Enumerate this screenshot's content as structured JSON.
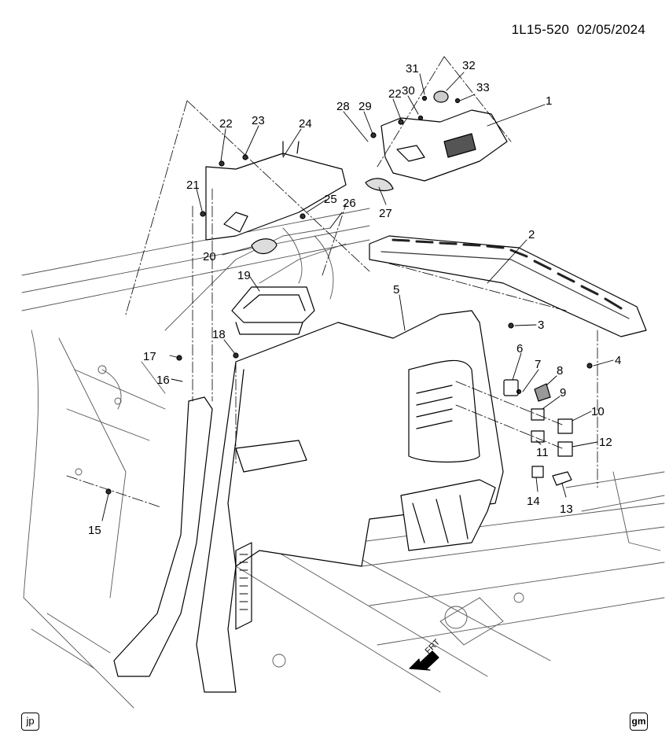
{
  "header": {
    "code": "1L15-520",
    "date": "02/05/2024"
  },
  "badges": {
    "left": "jp",
    "right": "gm"
  },
  "direction": {
    "label": "FRT"
  },
  "callouts": [
    {
      "id": "c1",
      "text": "1"
    },
    {
      "id": "c2",
      "text": "2"
    },
    {
      "id": "c3",
      "text": "3"
    },
    {
      "id": "c4",
      "text": "4"
    },
    {
      "id": "c5",
      "text": "5"
    },
    {
      "id": "c6",
      "text": "6"
    },
    {
      "id": "c7",
      "text": "7"
    },
    {
      "id": "c8",
      "text": "8"
    },
    {
      "id": "c9",
      "text": "9"
    },
    {
      "id": "c10",
      "text": "10"
    },
    {
      "id": "c11",
      "text": "11"
    },
    {
      "id": "c12",
      "text": "12"
    },
    {
      "id": "c13",
      "text": "13"
    },
    {
      "id": "c14",
      "text": "14"
    },
    {
      "id": "c15",
      "text": "15"
    },
    {
      "id": "c16",
      "text": "16"
    },
    {
      "id": "c17",
      "text": "17"
    },
    {
      "id": "c18",
      "text": "18"
    },
    {
      "id": "c19",
      "text": "19"
    },
    {
      "id": "c20",
      "text": "20"
    },
    {
      "id": "c21",
      "text": "21"
    },
    {
      "id": "c22a",
      "text": "22"
    },
    {
      "id": "c22b",
      "text": "22"
    },
    {
      "id": "c23",
      "text": "23"
    },
    {
      "id": "c24",
      "text": "24"
    },
    {
      "id": "c25",
      "text": "25"
    },
    {
      "id": "c26",
      "text": "26"
    },
    {
      "id": "c27",
      "text": "27"
    },
    {
      "id": "c28",
      "text": "28"
    },
    {
      "id": "c29",
      "text": "29"
    },
    {
      "id": "c30",
      "text": "30"
    },
    {
      "id": "c31",
      "text": "31"
    },
    {
      "id": "c32",
      "text": "32"
    },
    {
      "id": "c33",
      "text": "33"
    }
  ]
}
